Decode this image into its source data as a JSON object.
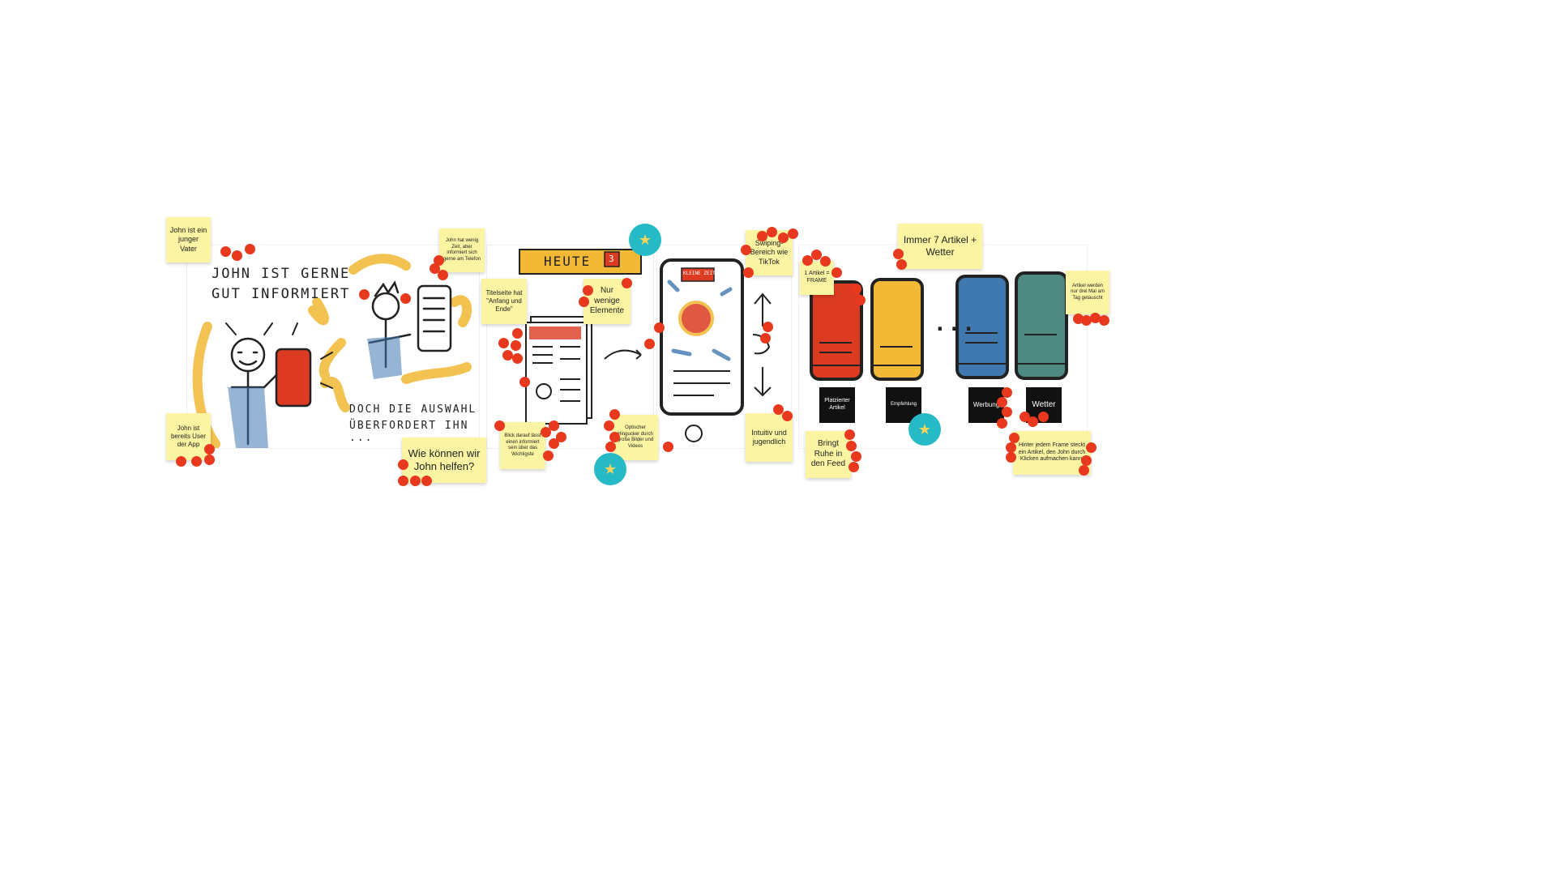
{
  "board": {
    "notes": {
      "n1": "John ist ein junger Vater",
      "n2": "John hat wenig Zeit, aber informiert sich gerne am Telefon",
      "n3": "John ist bereits User der App",
      "n4": "Wie können wir John helfen?",
      "n5": "Titelseite hat \"Anfang und Ende\"",
      "n6": "Nur wenige Elemente",
      "n7": "Blick darauf lässt einen informiert sein über das Wichtigste",
      "n8": "Optischer Hingucker durch große Bilder und Videos",
      "n9": "Swiping-Bereich wie TikTok",
      "n10": "Intuitiv und jugendlich",
      "n11": "1 Artikel = FRAME",
      "n12": "Bringt Ruhe in den Feed",
      "n13": "Immer 7 Artikel + Wetter",
      "n14": "Artikel werden nur drei Mal am Tag getauscht",
      "n15": "Hinter jedem Frame steckt ein Artikel, den John durch Klicken aufmachen kann!"
    },
    "labels": {
      "l1": "Platzierter Artikel",
      "l2": "Empfehlung",
      "l3": "Werbung",
      "l4": "Wetter"
    },
    "sketch_text": {
      "headline_1": "JOHN IST GERNE",
      "headline_2": "GUT INFORMIERT",
      "caption_1": "DOCH DIE AUSWAHL",
      "caption_2": "ÜBERFORDERT IHN ...",
      "banner": "HEUTE",
      "calendar": "3",
      "logo": "KLEINE ZEITUNG",
      "ellipsis": "..."
    },
    "colors": {
      "sticky": "#fbf4a2",
      "vote_dot": "#e8391e",
      "star_badge": "#26b9c6",
      "yellow": "#f1b935",
      "red": "#dc3b22",
      "blue": "#3f79b0",
      "teal": "#4f8a82"
    }
  }
}
